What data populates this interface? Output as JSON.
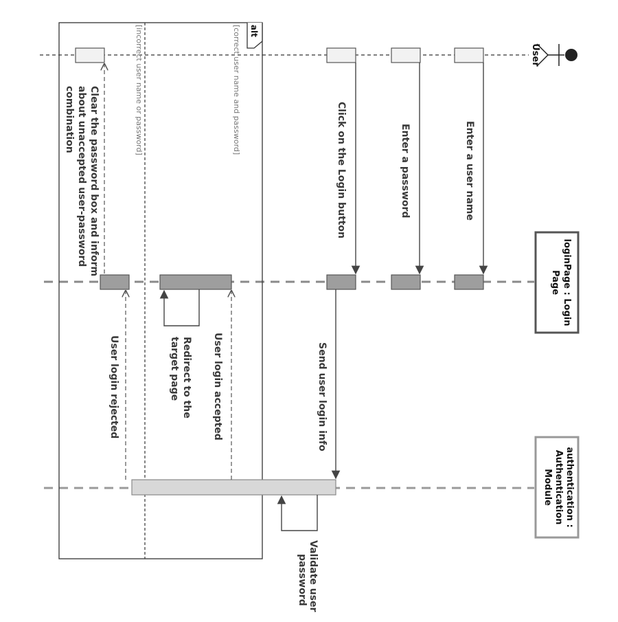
{
  "actor": {
    "name": "User"
  },
  "participants": {
    "login_page": {
      "line1": "loginPage : Login",
      "line2": "Page"
    },
    "auth_module": {
      "line1": "authentication :",
      "line2": "Authentication",
      "line3": "Module"
    }
  },
  "fragment": {
    "operator": "alt",
    "guards": [
      "[correct user name and password]",
      "[incorrect user name or password]"
    ]
  },
  "messages": {
    "enter_username": "Enter a user name",
    "enter_password": "Enter a password",
    "click_login": "Click on the Login button",
    "send_login_info": "Send user login info",
    "validate": {
      "line1": "Validate user",
      "line2": "password"
    },
    "login_accepted": "User login accepted",
    "redirect": {
      "line1": "Redirect to the",
      "line2": "target page"
    },
    "login_rejected": "User login rejected",
    "clear_password": {
      "line1": "Clear the password box and inform",
      "line2": "about unaccepted user-password",
      "line3": "combination"
    }
  }
}
